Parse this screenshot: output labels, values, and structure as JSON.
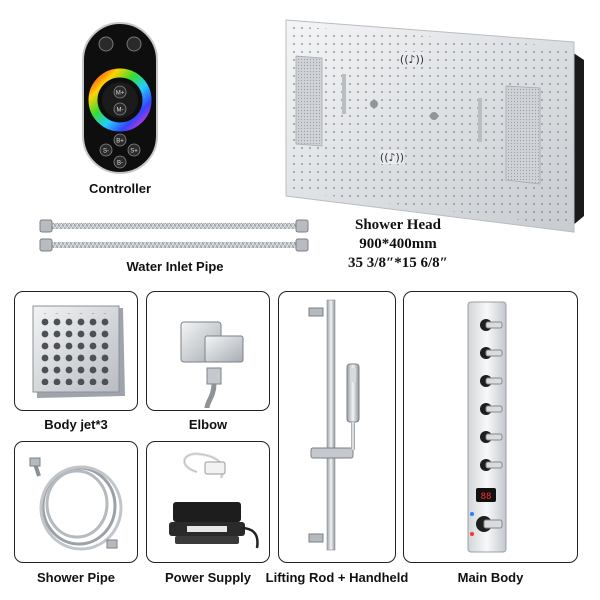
{
  "labels": {
    "controller": "Controller",
    "water_inlet_pipe": "Water Inlet Pipe",
    "body_jet": "Body jet*3",
    "elbow": "Elbow",
    "shower_pipe": "Shower Pipe",
    "power_supply": "Power Supply",
    "lifting_rod": "Lifting Rod + Handheld",
    "main_body": "Main Body"
  },
  "shower_head": {
    "title": "Shower Head",
    "size_mm": "900*400mm",
    "size_in": "35 3/8″*15 6/8″"
  },
  "remote": {
    "buttons": [
      "M+",
      "M-",
      "B+",
      "B-",
      "S+",
      "S-"
    ]
  },
  "colors": {
    "border": "#222222",
    "chrome": "#c9cdd2",
    "remote_body": "#111111"
  }
}
